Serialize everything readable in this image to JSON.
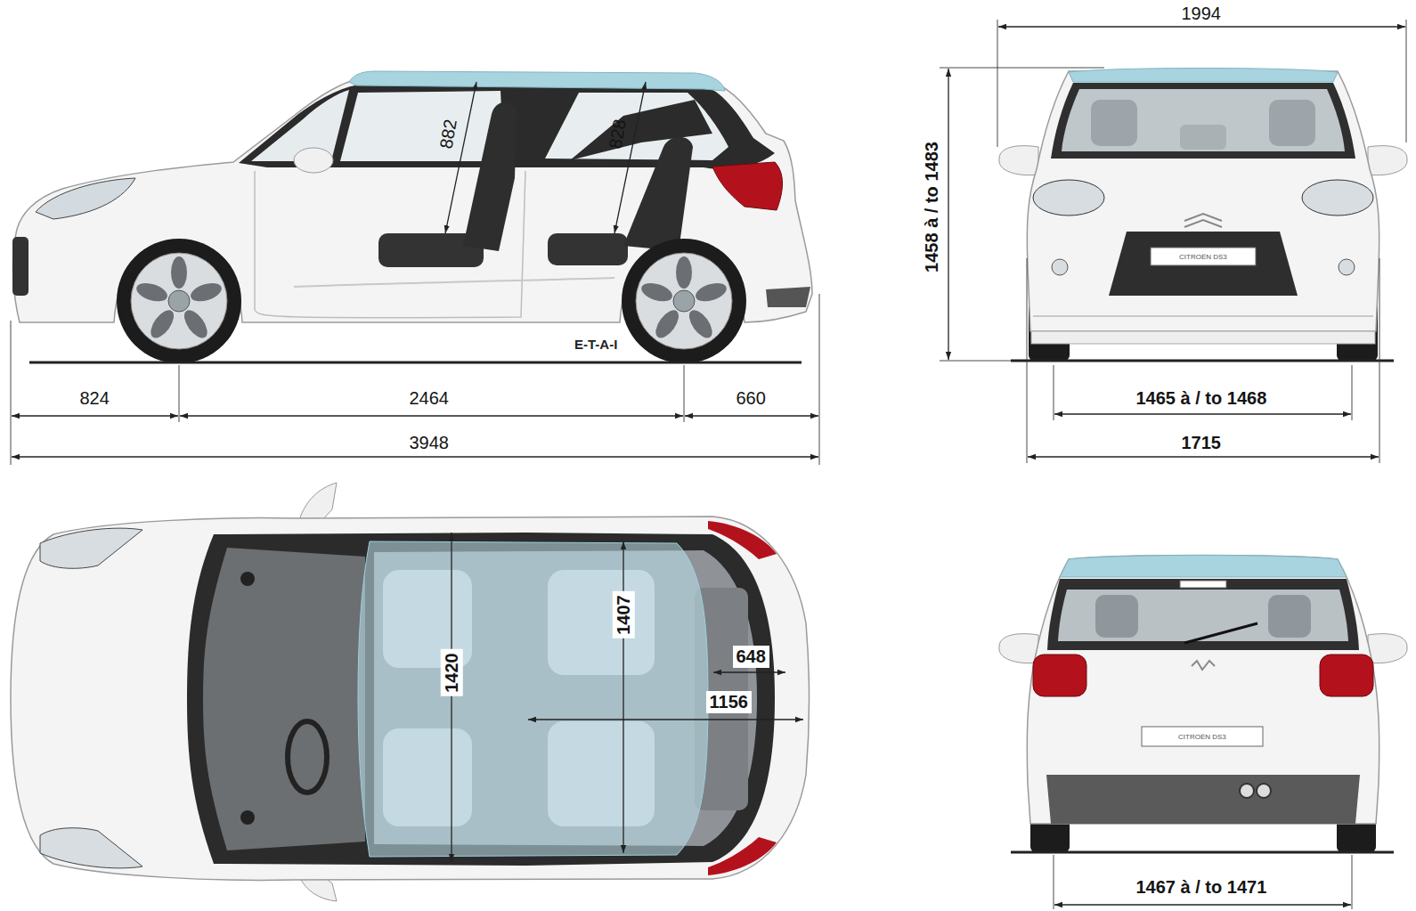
{
  "diagram": {
    "labels": [
      "882",
      "828",
      "824",
      "2464",
      "660",
      "3948",
      "E-T-A-I",
      "1994",
      "1458 à / to 1483",
      "CITROËN DS3",
      "1465 à / to 1468",
      "1715",
      "1407",
      "1420",
      "648",
      "1156",
      "CITROËN DS3",
      "1467 à / to 1471"
    ]
  }
}
